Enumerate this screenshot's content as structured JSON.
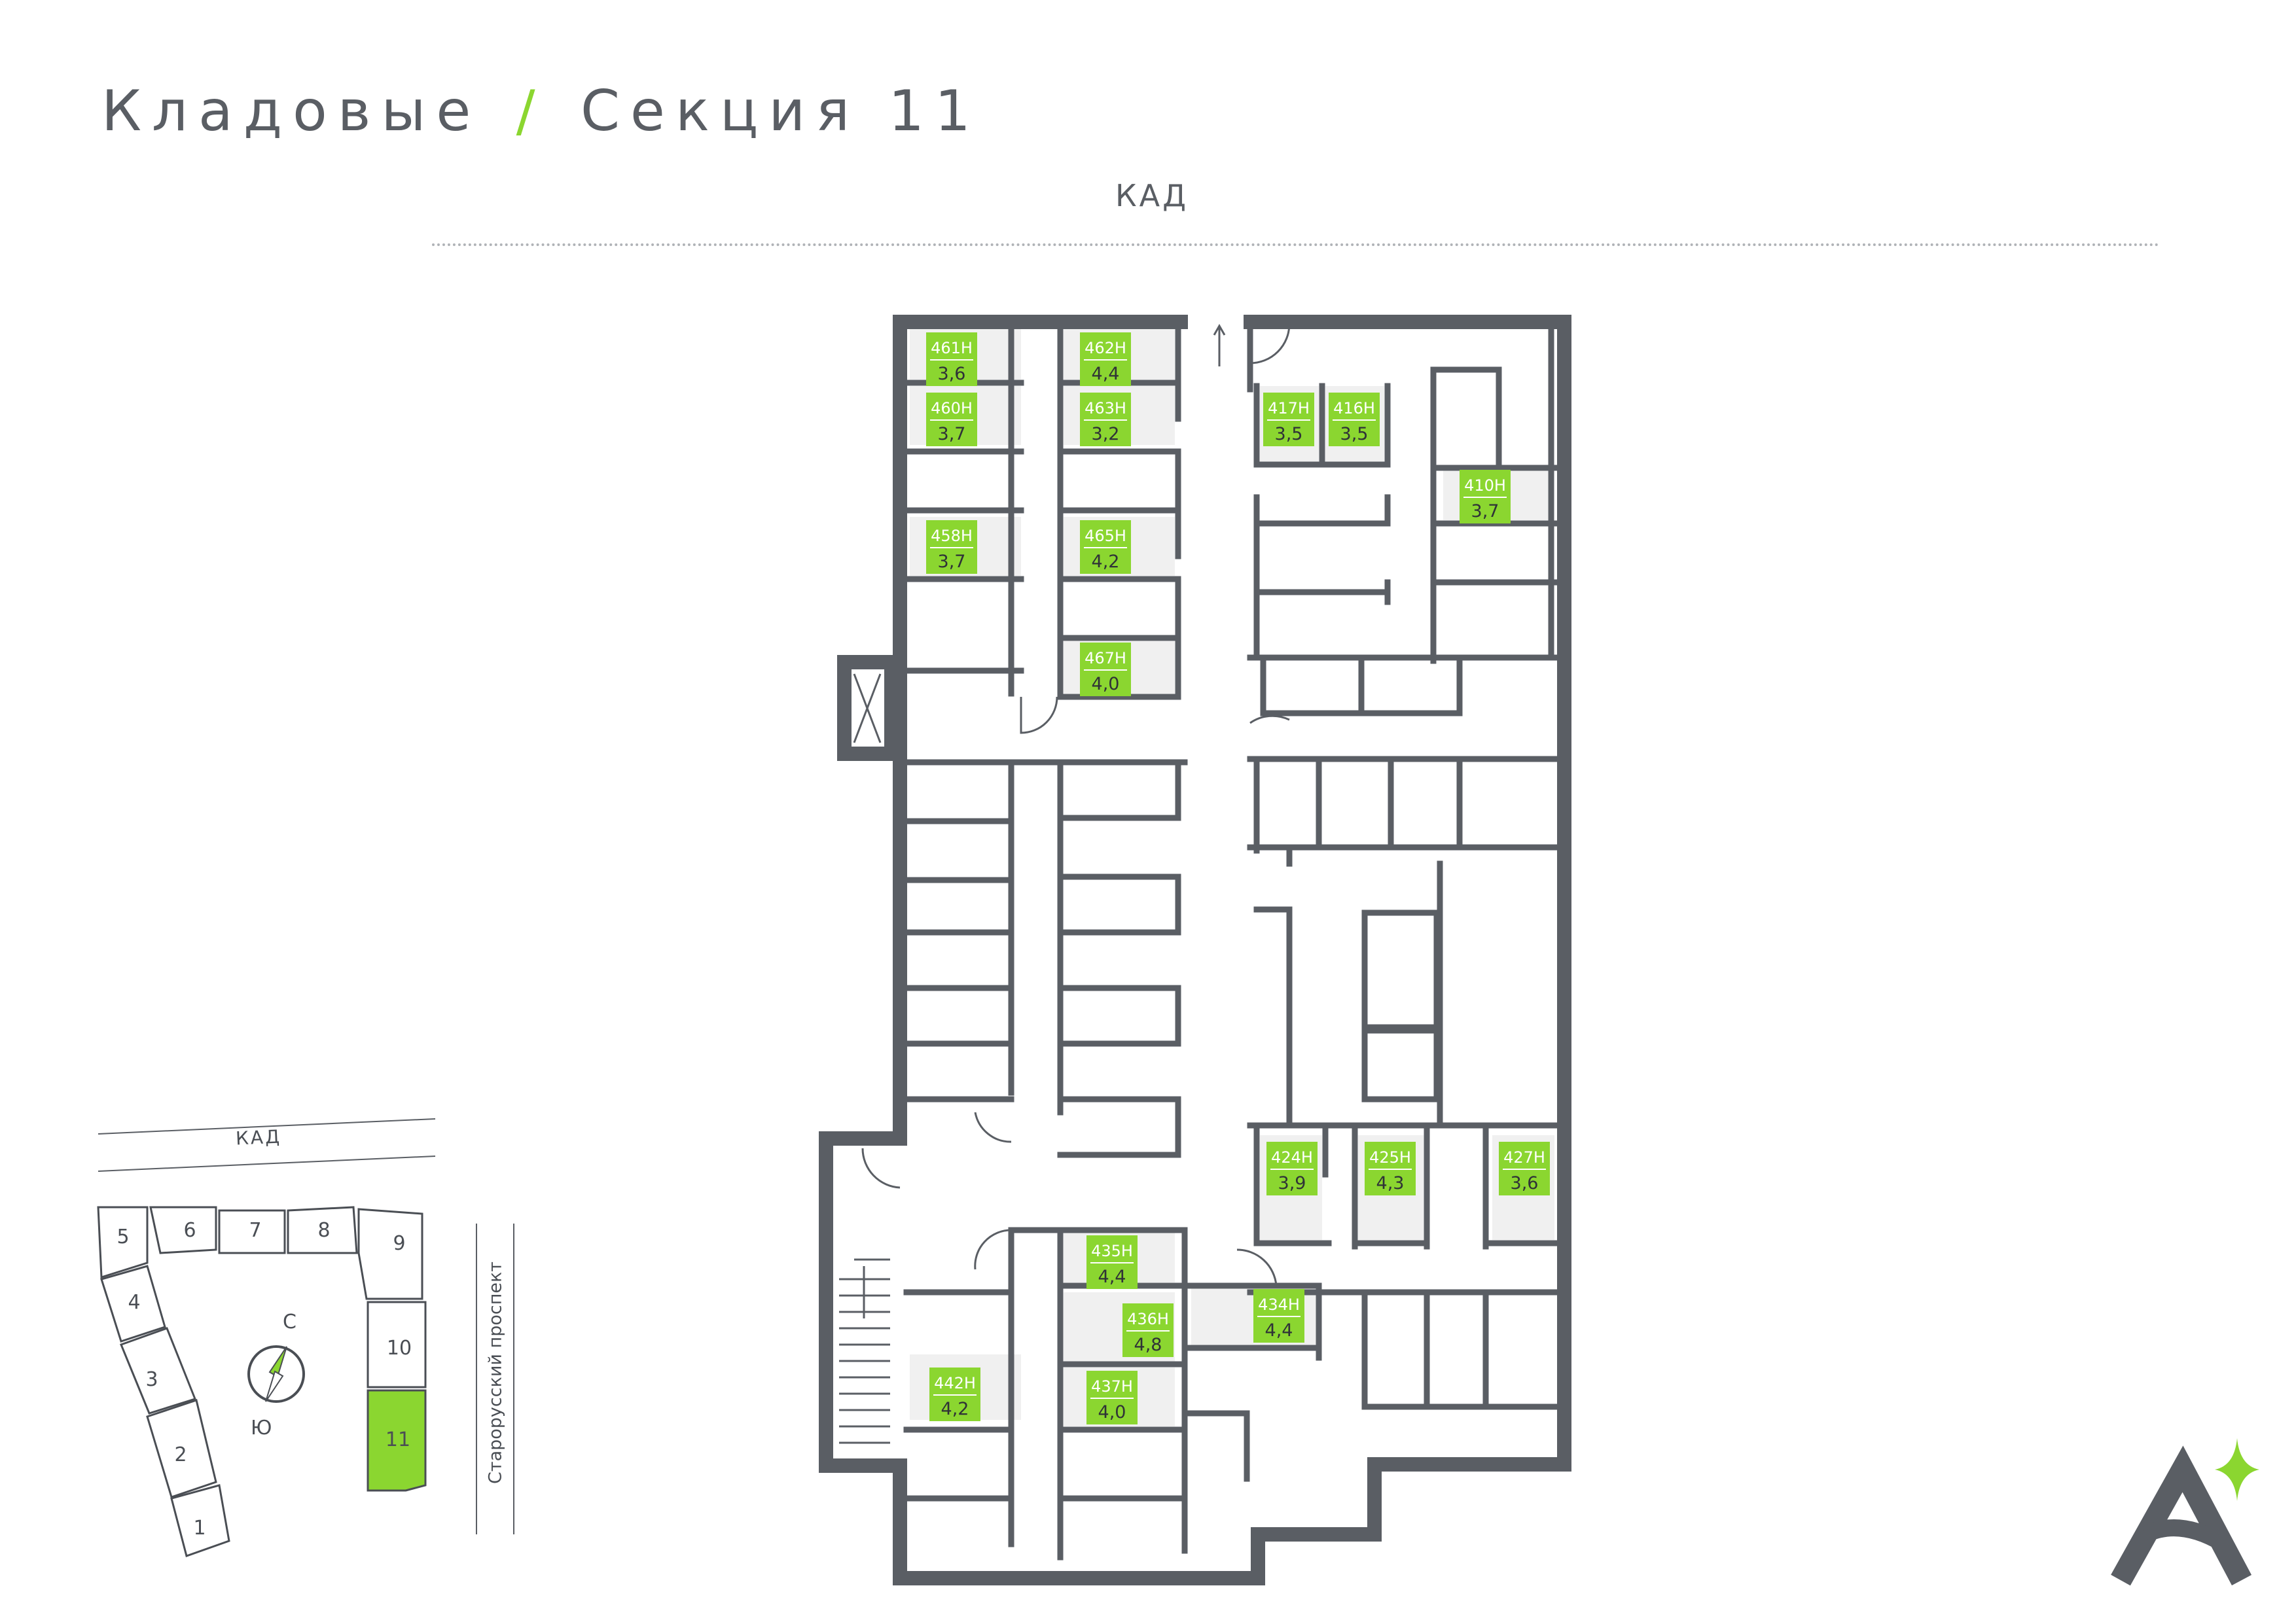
{
  "header": {
    "title_part1": "Кладовые",
    "separator": "/",
    "title_part2": "Секция 11"
  },
  "top_road_label": "КАД",
  "colors": {
    "accent": "#8bd630",
    "walls": "#5a5e64",
    "room_fill": "#f0f0f0",
    "text": "#5a5e64"
  },
  "storage_units": [
    {
      "id": "461Н",
      "area": "3,6"
    },
    {
      "id": "462Н",
      "area": "4,4"
    },
    {
      "id": "460Н",
      "area": "3,7"
    },
    {
      "id": "463Н",
      "area": "3,2"
    },
    {
      "id": "458Н",
      "area": "3,7"
    },
    {
      "id": "465Н",
      "area": "4,2"
    },
    {
      "id": "467Н",
      "area": "4,0"
    },
    {
      "id": "417Н",
      "area": "3,5"
    },
    {
      "id": "416Н",
      "area": "3,5"
    },
    {
      "id": "410Н",
      "area": "3,7"
    },
    {
      "id": "424Н",
      "area": "3,9"
    },
    {
      "id": "425Н",
      "area": "4,3"
    },
    {
      "id": "427Н",
      "area": "3,6"
    },
    {
      "id": "435Н",
      "area": "4,4"
    },
    {
      "id": "436Н",
      "area": "4,8"
    },
    {
      "id": "434Н",
      "area": "4,4"
    },
    {
      "id": "442Н",
      "area": "4,2"
    },
    {
      "id": "437Н",
      "area": "4,0"
    }
  ],
  "site_map": {
    "road_label": "КАД",
    "street_label": "Старорусский проспект",
    "compass_north": "С",
    "compass_south": "Ю",
    "sections": [
      {
        "label": "1",
        "highlighted": false
      },
      {
        "label": "2",
        "highlighted": false
      },
      {
        "label": "3",
        "highlighted": false
      },
      {
        "label": "4",
        "highlighted": false
      },
      {
        "label": "5",
        "highlighted": false
      },
      {
        "label": "6",
        "highlighted": false
      },
      {
        "label": "7",
        "highlighted": false
      },
      {
        "label": "8",
        "highlighted": false
      },
      {
        "label": "9",
        "highlighted": false
      },
      {
        "label": "10",
        "highlighted": false
      },
      {
        "label": "11",
        "highlighted": true
      }
    ]
  }
}
